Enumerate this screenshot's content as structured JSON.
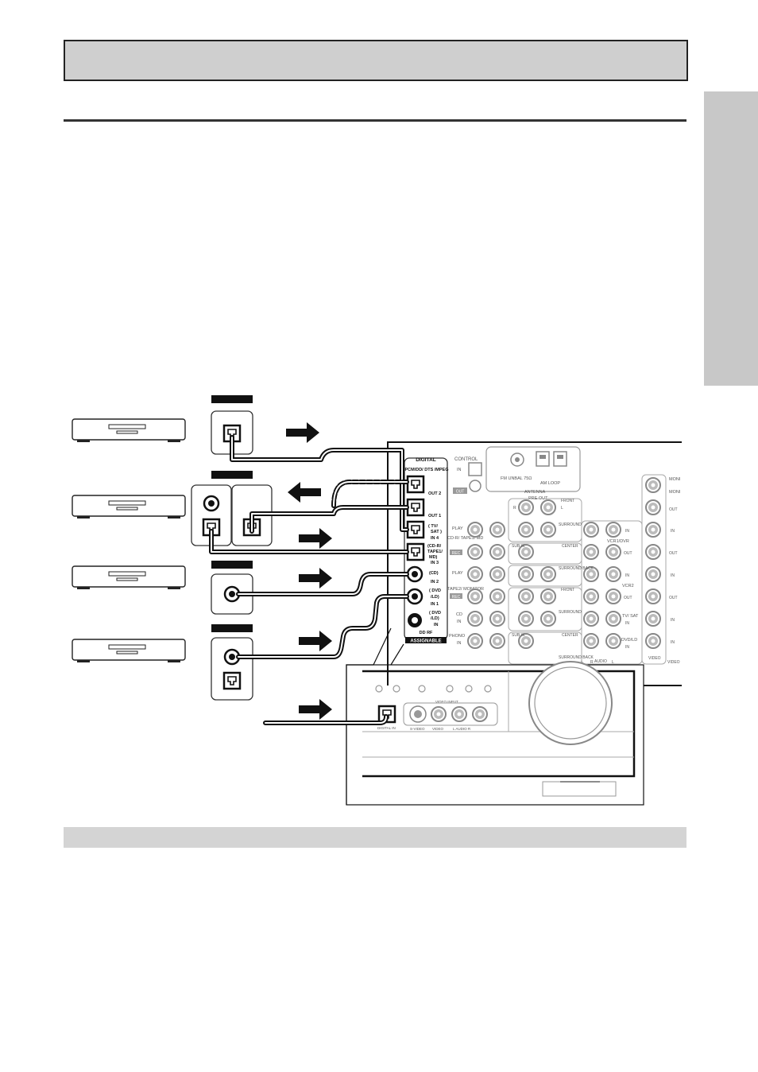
{
  "receiver": {
    "digital_heading": "DIGITAL",
    "digital_sub": "PCM/DD/ DTS /MPEG",
    "out2": "OUT 2",
    "out1": "OUT 1",
    "in4_line1": "( TV/",
    "in4_line2": "SAT )",
    "in4_line3": "IN 4",
    "in3_line1": "(CD-R/",
    "in3_line2": "TAPE1/",
    "in3_line3": "MD)",
    "in3_line4": "IN 3",
    "in2_line1": "(CD)",
    "in2_line2": "IN 2",
    "in1_line1": "( DVD",
    "in1_line2": "/LD)",
    "in1_line3": "IN 1",
    "rf_line1": "( DVD",
    "rf_line2": "/LD)",
    "rf_line3": "IN",
    "rf_line4": "DD RF",
    "assignable": "ASSIGNABLE",
    "control": "CONTROL",
    "control_in": "IN",
    "control_out": "OUT",
    "fm": "FM UNBAL 75Ω",
    "am": "AM LOOP",
    "antenna": "ANTENNA",
    "preout": "PRE OUT",
    "play1": "PLAY",
    "cdr_tape_md": "CD-R/ TAPE1/ MD",
    "rec1": "REC",
    "play2": "PLAY",
    "tape2": "TAPE2/ MONITOR",
    "rec2": "REC",
    "cd": "CD",
    "cd_in": "IN",
    "phono": "PHONO",
    "phono_in": "IN",
    "front": "FRONT",
    "surround": "SURROUND",
    "subw": "SUB W.",
    "center": "CENTER",
    "surround_back": "SURROUND BACK",
    "vcr1_dvr": "VCR1/DVR",
    "vcr2": "VCR2",
    "tv_sat": "TV/ SAT",
    "dvd_ld": "DVD/LD",
    "in_label": "IN",
    "out_label": "OUT",
    "audio": "AUDIO",
    "video": "VIDEO",
    "monitor": "MONI",
    "r": "R",
    "l": "L"
  },
  "front_panel": {
    "digital_in": "DIGITAL IN",
    "video_input": "VIDEO INPUT",
    "s_video": "S-VIDEO",
    "video": "VIDEO",
    "audio": "L  AUDIO  R"
  },
  "colors": {
    "cable": "#111111",
    "gray_bar": "#cfcfcf",
    "side_tab": "#c8c8c8"
  }
}
